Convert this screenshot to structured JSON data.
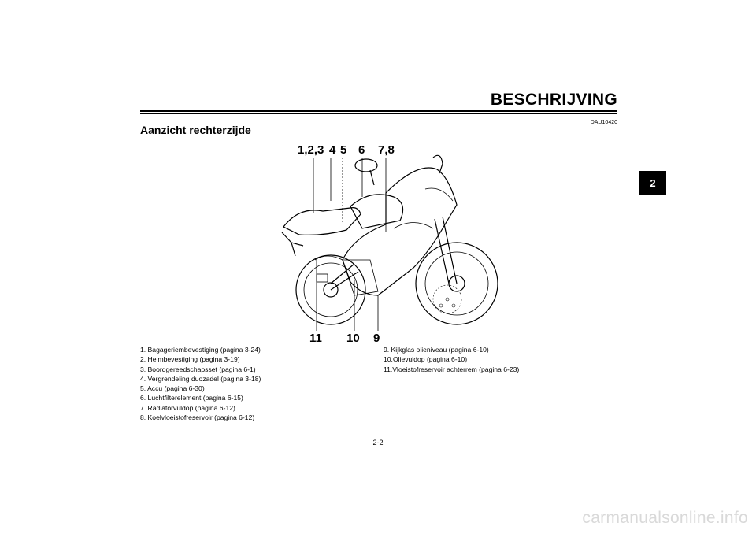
{
  "header": {
    "title": "BESCHRIJVING",
    "doc_code": "DAU10420"
  },
  "section": {
    "title": "Aanzicht rechterzijde"
  },
  "chapter_tab": "2",
  "callouts_top": [
    "1,2,3",
    "4",
    "5",
    "6",
    "7,8"
  ],
  "callouts_bottom": [
    "11",
    "10",
    "9"
  ],
  "parts_left": [
    "1.  Bagageriembevestiging (pagina 3-24)",
    "2.  Helmbevestiging (pagina 3-19)",
    "3.  Boordgereedschapsset (pagina 6-1)",
    "4.  Vergrendeling duozadel (pagina 3-18)",
    "5.  Accu (pagina 6-30)",
    "6.  Luchtfilterelement (pagina 6-15)",
    "7.  Radiatorvuldop (pagina 6-12)",
    "8.  Koelvloeistofreservoir (pagina 6-12)"
  ],
  "parts_right": [
    "9.  Kijkglas olieniveau (pagina 6-10)",
    "10.Olievuldop (pagina 6-10)",
    "11.Vloeistofreservoir achterrem (pagina 6-23)"
  ],
  "page_number": "2-2",
  "watermark": "carmanualsonline.info",
  "icons": {
    "motorcycle": "motorcycle-illustration"
  }
}
